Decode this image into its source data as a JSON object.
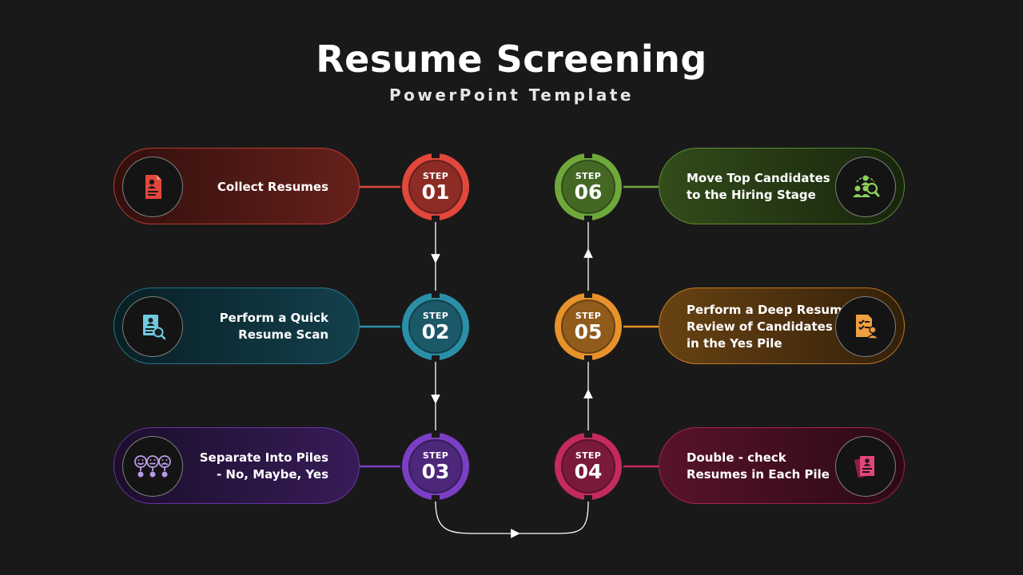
{
  "header": {
    "title": "Resume Screening",
    "subtitle": "PowerPoint Template"
  },
  "steps": [
    {
      "label": "STEP",
      "number": "01",
      "lines": [
        "Collect Resumes"
      ],
      "color": "#e2473b",
      "icon": "resume-document-icon"
    },
    {
      "label": "STEP",
      "number": "02",
      "lines": [
        "Perform a Quick",
        "Resume Scan"
      ],
      "color": "#2b8fa8",
      "icon": "resume-search-icon"
    },
    {
      "label": "STEP",
      "number": "03",
      "lines": [
        "Separate Into Piles",
        "- No, Maybe, Yes"
      ],
      "color": "#7a3fc4",
      "icon": "rating-faces-icon"
    },
    {
      "label": "STEP",
      "number": "04",
      "lines": [
        "Double - check",
        "Resumes in Each Pile"
      ],
      "color": "#c42a5e",
      "icon": "stacked-resumes-icon"
    },
    {
      "label": "STEP",
      "number": "05",
      "lines": [
        "Perform a Deep Resume",
        "Review of Candidates",
        "in the Yes Pile"
      ],
      "color": "#e8922b",
      "icon": "candidate-review-icon"
    },
    {
      "label": "STEP",
      "number": "06",
      "lines": [
        "Move Top Candidates",
        "to the Hiring Stage"
      ],
      "color": "#6ea83a",
      "icon": "candidate-hire-icon"
    }
  ]
}
